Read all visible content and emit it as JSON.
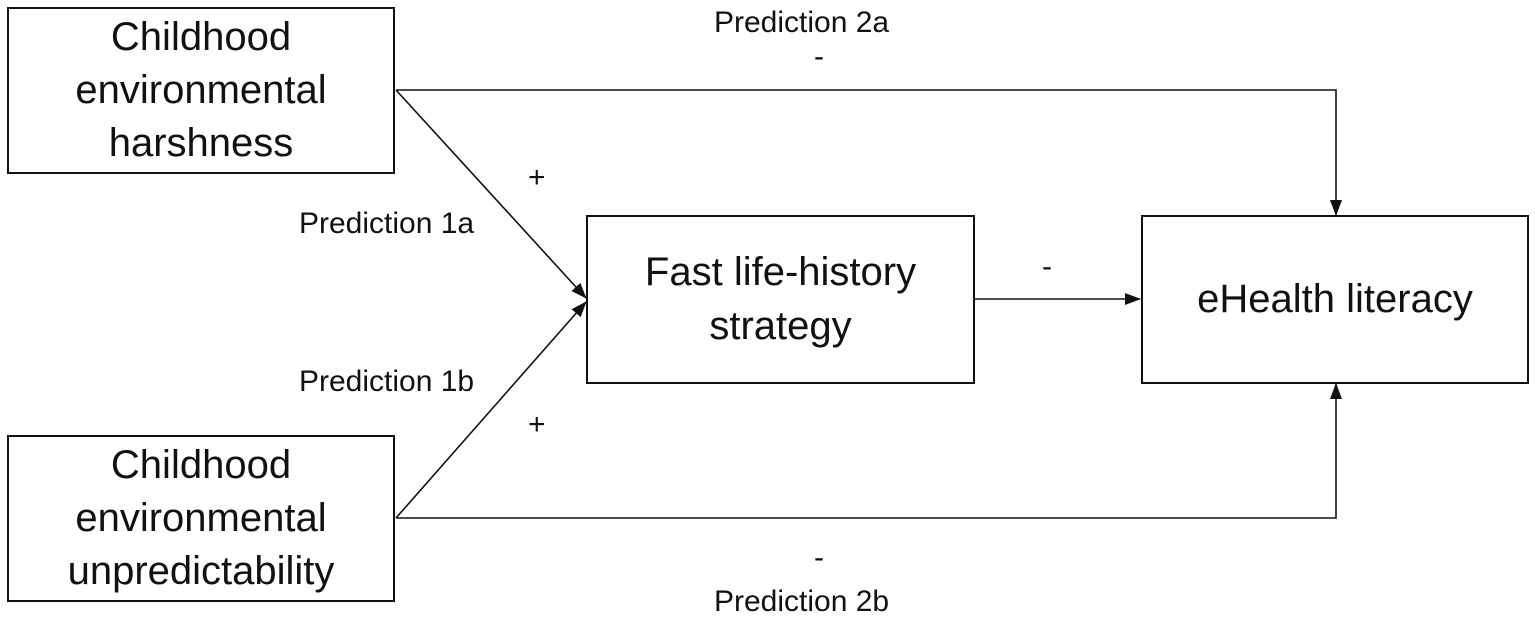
{
  "nodes": {
    "harshness": {
      "lines": [
        "Childhood",
        "environmental",
        "harshness"
      ]
    },
    "unpredictability": {
      "lines": [
        "Childhood",
        "environmental",
        "unpredictability"
      ]
    },
    "fast_lh": {
      "lines": [
        "Fast life-history",
        "strategy"
      ]
    },
    "ehealth": {
      "lines": [
        "eHealth literacy"
      ]
    }
  },
  "edges": {
    "harsh_to_fast": {
      "label": "Prediction 1a",
      "sign": "+"
    },
    "unpred_to_fast": {
      "label": "Prediction 1b",
      "sign": "+"
    },
    "fast_to_ehealth": {
      "sign": "-"
    },
    "harsh_to_ehealth": {
      "label": "Prediction 2a",
      "sign": "-"
    },
    "unpred_to_ehealth": {
      "label": "Prediction 2b",
      "sign": "-"
    }
  }
}
